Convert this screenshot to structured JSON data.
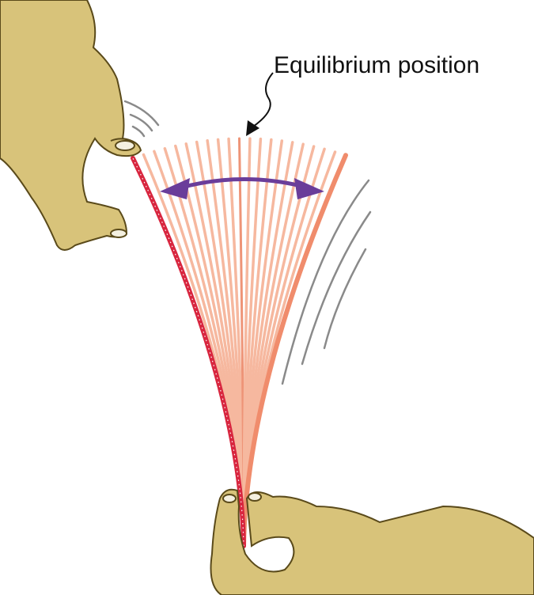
{
  "label": "Equilibrium position",
  "colors": {
    "ruler_extreme_left": "#d8263f",
    "ruler_extreme_right": "#f08c6c",
    "ruler_intermediate": "#f6b89f",
    "arrow": "#6a3d9a",
    "hand_fill": "#d8c37a",
    "hand_outline": "#5a4a1a",
    "motion_lines": "#8a8a8a"
  },
  "icons": [
    "hand-top-left",
    "hand-bottom-right",
    "double-headed-arrow",
    "pointer-arrow",
    "motion-lines"
  ]
}
